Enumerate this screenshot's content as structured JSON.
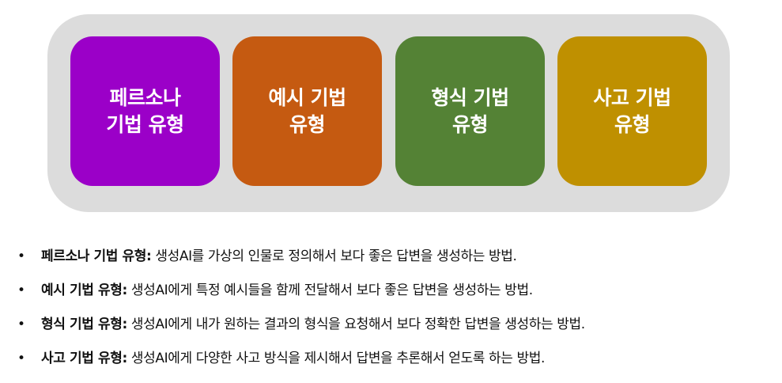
{
  "cards": [
    {
      "label": "페르소나\n기법 유형",
      "color": "#9b00c8"
    },
    {
      "label": "예시 기법\n유형",
      "color": "#c55a11"
    },
    {
      "label": "형식 기법\n유형",
      "color": "#548235"
    },
    {
      "label": "사고 기법\n유형",
      "color": "#bf9000"
    }
  ],
  "bullets": [
    {
      "term": "페르소나 기법 유형:",
      "desc": " 생성AI를 가상의 인물로 정의해서 보다 좋은 답변을 생성하는 방법."
    },
    {
      "term": "예시 기법 유형:",
      "desc": " 생성AI에게 특정 예시들을 함께 전달해서 보다 좋은 답변을 생성하는 방법."
    },
    {
      "term": "형식 기법 유형:",
      "desc": " 생성AI에게 내가 원하는 결과의 형식을 요청해서 보다 정확한 답변을 생성하는 방법."
    },
    {
      "term": "사고 기법 유형:",
      "desc": " 생성AI에게 다양한 사고 방식을 제시해서 답변을 추론해서 얻도록 하는 방법."
    }
  ],
  "bullet_symbol": "•"
}
